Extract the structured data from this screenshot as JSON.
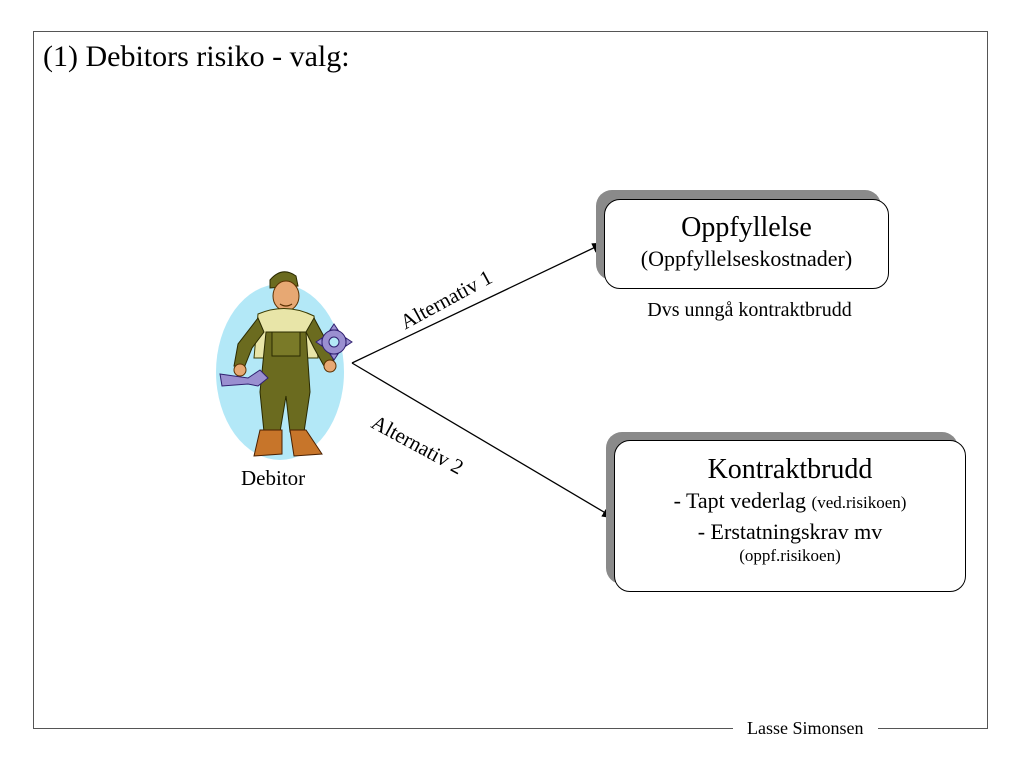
{
  "slide": {
    "title": "(1) Debitors risiko - valg:",
    "footer": "Lasse Simonsen"
  },
  "debitor": {
    "label": "Debitor",
    "clipart": "worker-with-wrenches-icon"
  },
  "edges": [
    {
      "from": "Debitor",
      "to": "Oppfyllelse",
      "label": "Alternativ 1"
    },
    {
      "from": "Debitor",
      "to": "Kontraktbrudd",
      "label": "Alternativ 2"
    }
  ],
  "outcomes": {
    "performance": {
      "title": "Oppfyllelse",
      "subtitle": "(Oppfyllelseskostnader)",
      "note": "Dvs unngå kontraktbrudd"
    },
    "breach": {
      "title": "Kontraktbrudd",
      "line1": "- Tapt vederlag",
      "line1_small": "(ved.risikoen)",
      "line2": "- Erstatningskrav mv",
      "line2_small": "(oppf.risikoen)"
    }
  },
  "colors": {
    "shadow": "#8a8a8a",
    "clipart_background": "#b3e8f7",
    "overalls": "#6b6b1f",
    "wrench": "#9a8fd0"
  }
}
